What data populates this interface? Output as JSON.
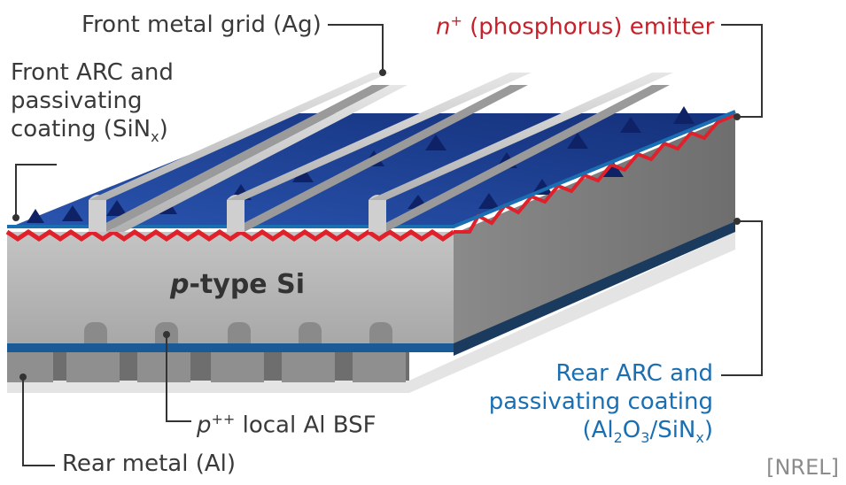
{
  "labels": {
    "front_grid": "Front metal grid (Ag)",
    "emitter_n": "n",
    "emitter_sup": "+",
    "emitter_rest": " (phosphorus) emitter",
    "arc_front_1": "Front ARC and",
    "arc_front_2": "passivating",
    "arc_front_3a": "coating (SiN",
    "arc_front_3sub": "x",
    "arc_front_3b": ")",
    "bulk_p": "p",
    "bulk_rest": "-type Si",
    "bsf_p": "p",
    "bsf_sup": "++",
    "bsf_rest": " local Al BSF",
    "rear_metal": "Rear metal (Al)",
    "rear_arc_1": "Rear ARC and",
    "rear_arc_2": "passivating coating",
    "rear_arc_3a": "(Al",
    "rear_arc_3s1": "2",
    "rear_arc_3b": "O",
    "rear_arc_3s2": "3",
    "rear_arc_3c": "/SiN",
    "rear_arc_3s3": "x",
    "rear_arc_3d": ")",
    "credit": "[NREL]"
  },
  "colors": {
    "emitter": "#e0202a",
    "arc_texture": "#1e3a8c",
    "rear_arc": "#1a5a96",
    "bulk_front": "#b4b4b4",
    "bulk_side": "#7a7a7a",
    "metal": "#c8c8c8",
    "leader": "#333333"
  }
}
